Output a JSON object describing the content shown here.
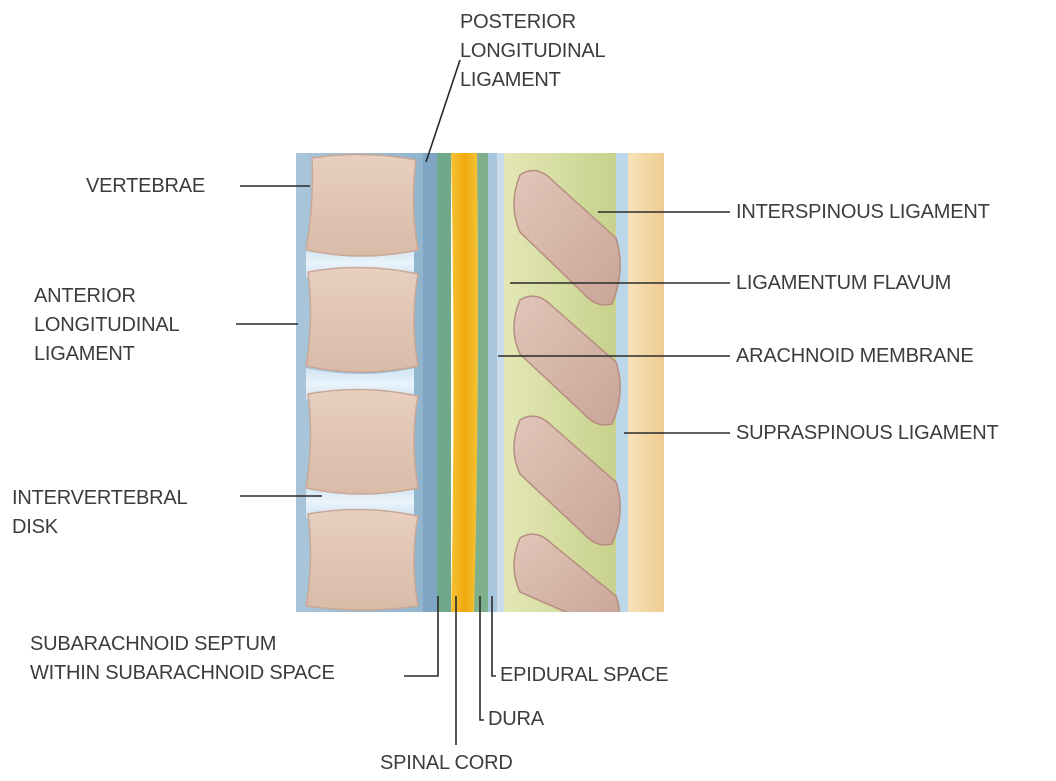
{
  "labels": {
    "posterior_longitudinal_ligament": [
      "POSTERIOR",
      "LONGITUDINAL",
      "LIGAMENT"
    ],
    "vertebrae": [
      "VERTEBRAE"
    ],
    "anterior_longitudinal_ligament": [
      "ANTERIOR",
      "LONGITUDINAL",
      "LIGAMENT"
    ],
    "intervertebral_disk": [
      "INTERVERTEBRAL",
      "DISK"
    ],
    "subarachnoid_septum": [
      "SUBARACHNOID SEPTUM",
      "WITHIN SUBARACHNOID SPACE"
    ],
    "interspinous_ligament": [
      "INTERSPINOUS LIGAMENT"
    ],
    "ligamentum_flavum": [
      "LIGAMENTUM FLAVUM"
    ],
    "arachnoid_membrane": [
      "ARACHNOID MEMBRANE"
    ],
    "supraspinous_ligament": [
      "SUPRASPINOUS LIGAMENT"
    ],
    "epidural_space": [
      "EPIDURAL SPACE"
    ],
    "dura": [
      "DURA"
    ],
    "spinal_cord": [
      "SPINAL CORD"
    ]
  },
  "colors": {
    "label_text": "#3c3c3c",
    "leader_line": "#2a2a2a",
    "anterior_ligament": "#9fbfd6",
    "vertebral_body": "#e3c8b8",
    "intervertebral_disk": "#dbeaf6",
    "spinal_cord": "#f2b318",
    "dura": "#7fb08c",
    "ligamentum_flavum": "#d6dda0",
    "spinous_process": "#d9bcb0",
    "supraspinous_ligament": "#f5dcae"
  }
}
